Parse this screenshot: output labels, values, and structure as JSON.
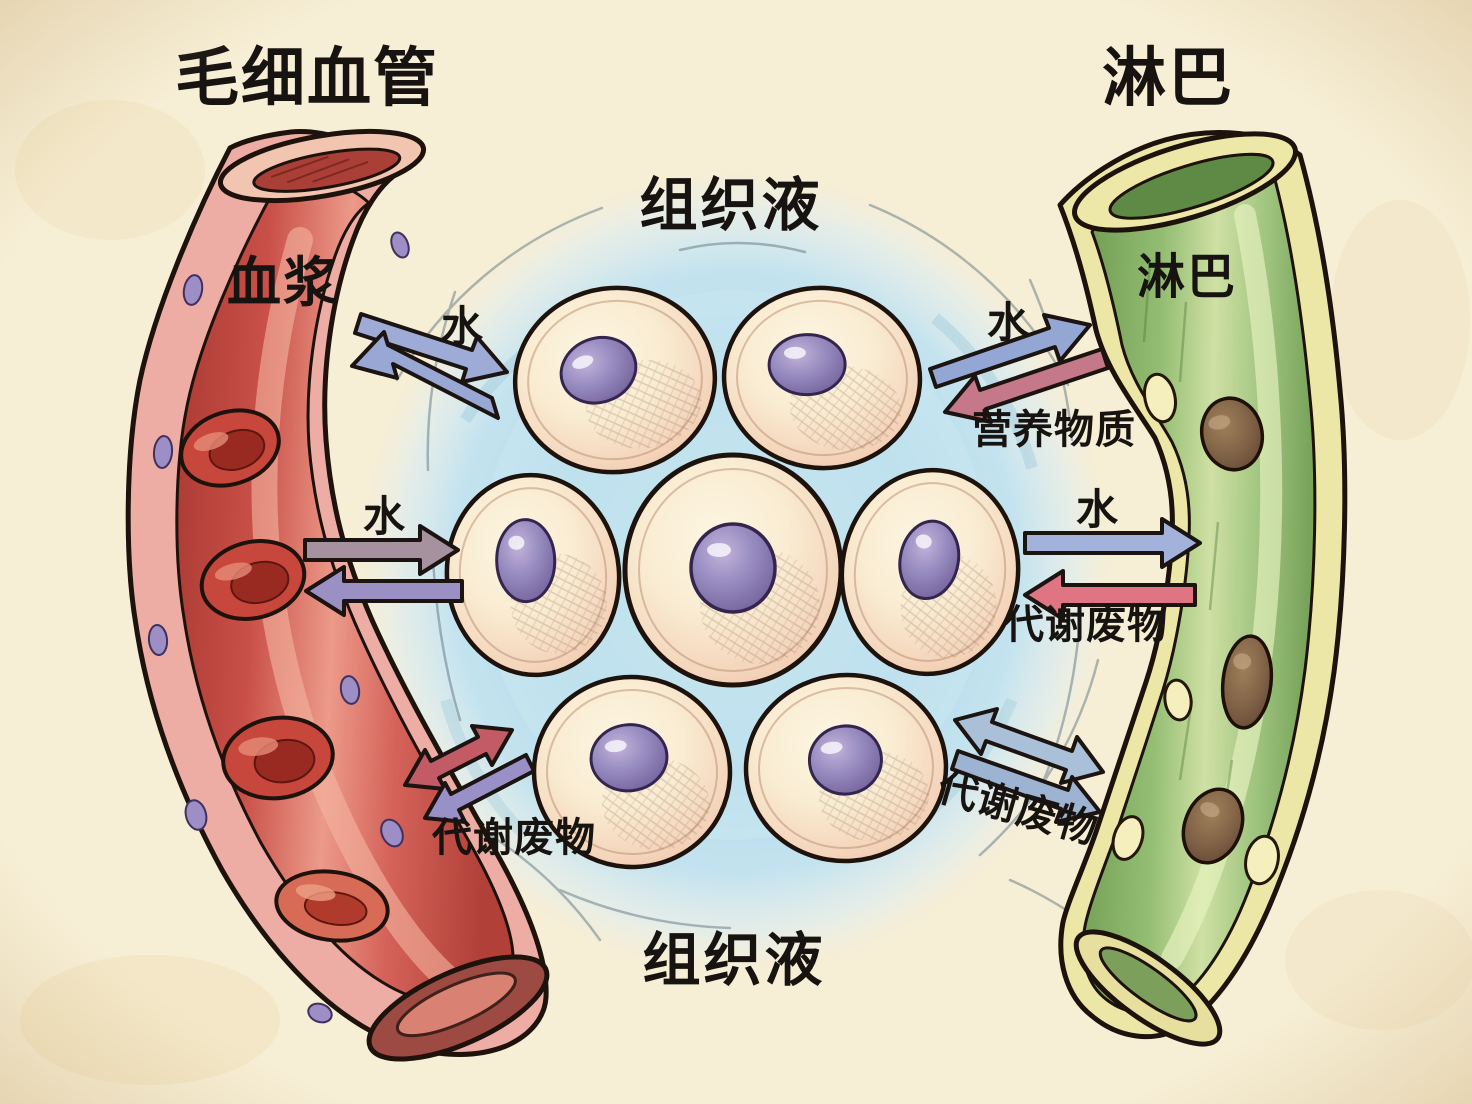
{
  "labels": {
    "capillary_title": "毛细血管",
    "lymph_title": "淋巴",
    "tissue_fluid_top": "组织液",
    "tissue_fluid_bottom": "组织液",
    "plasma": "血浆",
    "lymph_inner": "淋巴",
    "water_capillary_top": "水",
    "water_capillary_mid": "水",
    "waste_capillary_bottom": "代谢废物",
    "water_lymph_top": "水",
    "nutrients_lymph_top": "营养物质",
    "water_lymph_mid": "水",
    "waste_lymph_mid": "代谢废物",
    "waste_lymph_bottom": "代谢废物"
  },
  "exchanges": [
    {
      "between": [
        "毛细血管",
        "组织液"
      ],
      "substance": "水",
      "position": "top-left",
      "direction": "bidirectional"
    },
    {
      "between": [
        "毛细血管",
        "组织液"
      ],
      "substance": "水",
      "position": "mid-left",
      "direction": "bidirectional"
    },
    {
      "between": [
        "组织液",
        "毛细血管"
      ],
      "substance": "代谢废物",
      "position": "bottom-left",
      "direction": "bidirectional"
    },
    {
      "between": [
        "组织液",
        "淋巴"
      ],
      "substance": "水",
      "position": "top-right",
      "direction": "into-lymph"
    },
    {
      "between": [
        "淋巴",
        "组织液"
      ],
      "substance": "营养物质",
      "position": "top-right",
      "direction": "into-tissue"
    },
    {
      "between": [
        "组织液",
        "淋巴"
      ],
      "substance": "水",
      "position": "mid-right",
      "direction": "into-lymph"
    },
    {
      "between": [
        "淋巴",
        "组织液"
      ],
      "substance": "代谢废物",
      "position": "mid-right",
      "direction": "into-tissue"
    },
    {
      "between": [
        "组织液",
        "淋巴"
      ],
      "substance": "代谢废物",
      "position": "bottom-right",
      "direction": "bidirectional"
    }
  ],
  "colors": {
    "paper": "#f6eed5",
    "tissue_fluid_blue": "#b5dcec",
    "capillary_wall": "#edada4",
    "capillary_lumen": "#c6473c",
    "red_blood_cell": "#c7473c",
    "lymph_wall": "#ece7a6",
    "lymph_lumen": "#8cb56b",
    "lymphocyte": "#7d5f45",
    "cell_body": "#f7e8cf",
    "cell_nucleus": "#8d7ab5",
    "arrow_blue": "#9dabd6",
    "arrow_purple": "#9a90c8",
    "arrow_red": "#c25b66",
    "arrow_pink": "#df7583",
    "arrow_lightblue": "#a9c0d8",
    "ink": "#1c1410"
  }
}
